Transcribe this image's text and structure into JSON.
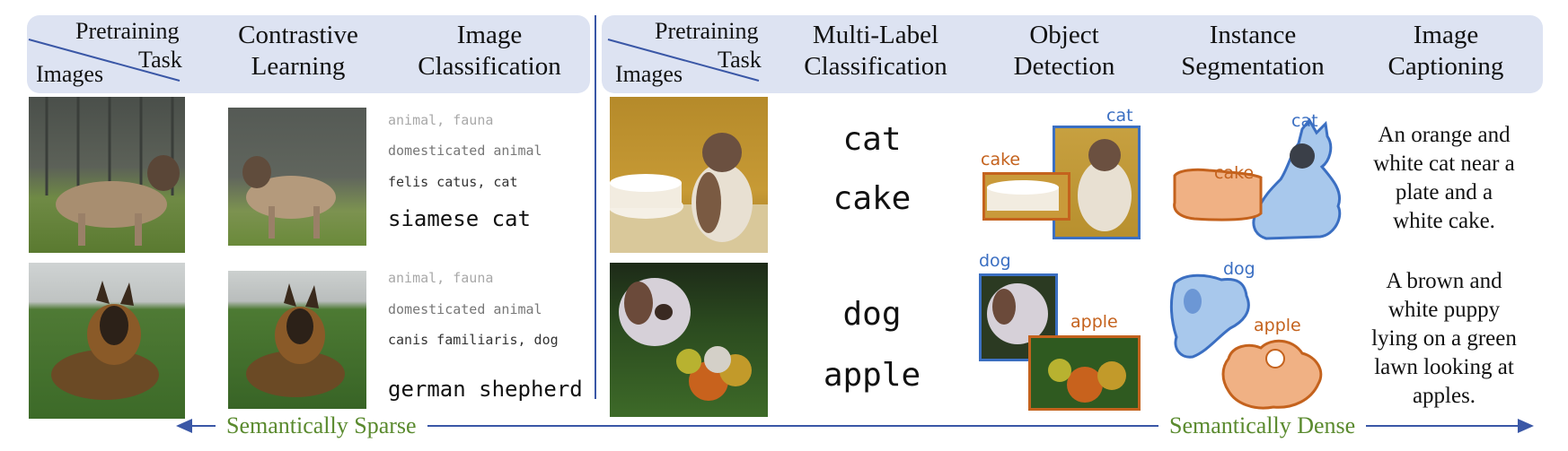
{
  "left_panel": {
    "corner": {
      "top": "Pretraining",
      "mid": "Task",
      "bottom": "Images"
    },
    "columns": [
      {
        "line1": "Contrastive",
        "line2": "Learning"
      },
      {
        "line1": "Image",
        "line2": "Classification"
      }
    ],
    "rows": [
      {
        "labels": [
          "animal, fauna",
          "domesticated animal",
          "felis catus, cat",
          "siamese cat"
        ]
      },
      {
        "labels": [
          "animal, fauna",
          "domesticated animal",
          "canis familiaris, dog",
          "german shepherd"
        ]
      }
    ]
  },
  "right_panel": {
    "corner": {
      "top": "Pretraining",
      "mid": "Task",
      "bottom": "Images"
    },
    "columns": [
      {
        "line1": "Multi-Label",
        "line2": "Classification"
      },
      {
        "line1": "Object",
        "line2": "Detection"
      },
      {
        "line1": "Instance",
        "line2": "Segmentation"
      },
      {
        "line1": "Image",
        "line2": "Captioning"
      }
    ],
    "rows": [
      {
        "multilabel": [
          "cat",
          "cake"
        ],
        "detection": {
          "blue_tag": "cat",
          "orange_tag": "cake"
        },
        "segmentation": {
          "blue_tag": "cat",
          "orange_tag": "cake"
        },
        "caption": [
          "An orange and",
          "white cat near a",
          "plate and a",
          "white cake."
        ]
      },
      {
        "multilabel": [
          "dog",
          "apple"
        ],
        "detection": {
          "blue_tag": "dog",
          "orange_tag": "apple"
        },
        "segmentation": {
          "blue_tag": "dog",
          "orange_tag": "apple"
        },
        "caption": [
          "A brown and",
          "white puppy",
          "lying on a green",
          "lawn looking at",
          "apples."
        ]
      }
    ]
  },
  "axis": {
    "left_label": "Semantically Sparse",
    "right_label": "Semantically Dense"
  },
  "colors": {
    "header_bg": "#dde3f2",
    "divider": "#3a57a6",
    "arrow": "#3a57a6",
    "axis_text": "#5a8a2e",
    "box_blue": "#3b6fc2",
    "box_orange": "#c4621d"
  }
}
